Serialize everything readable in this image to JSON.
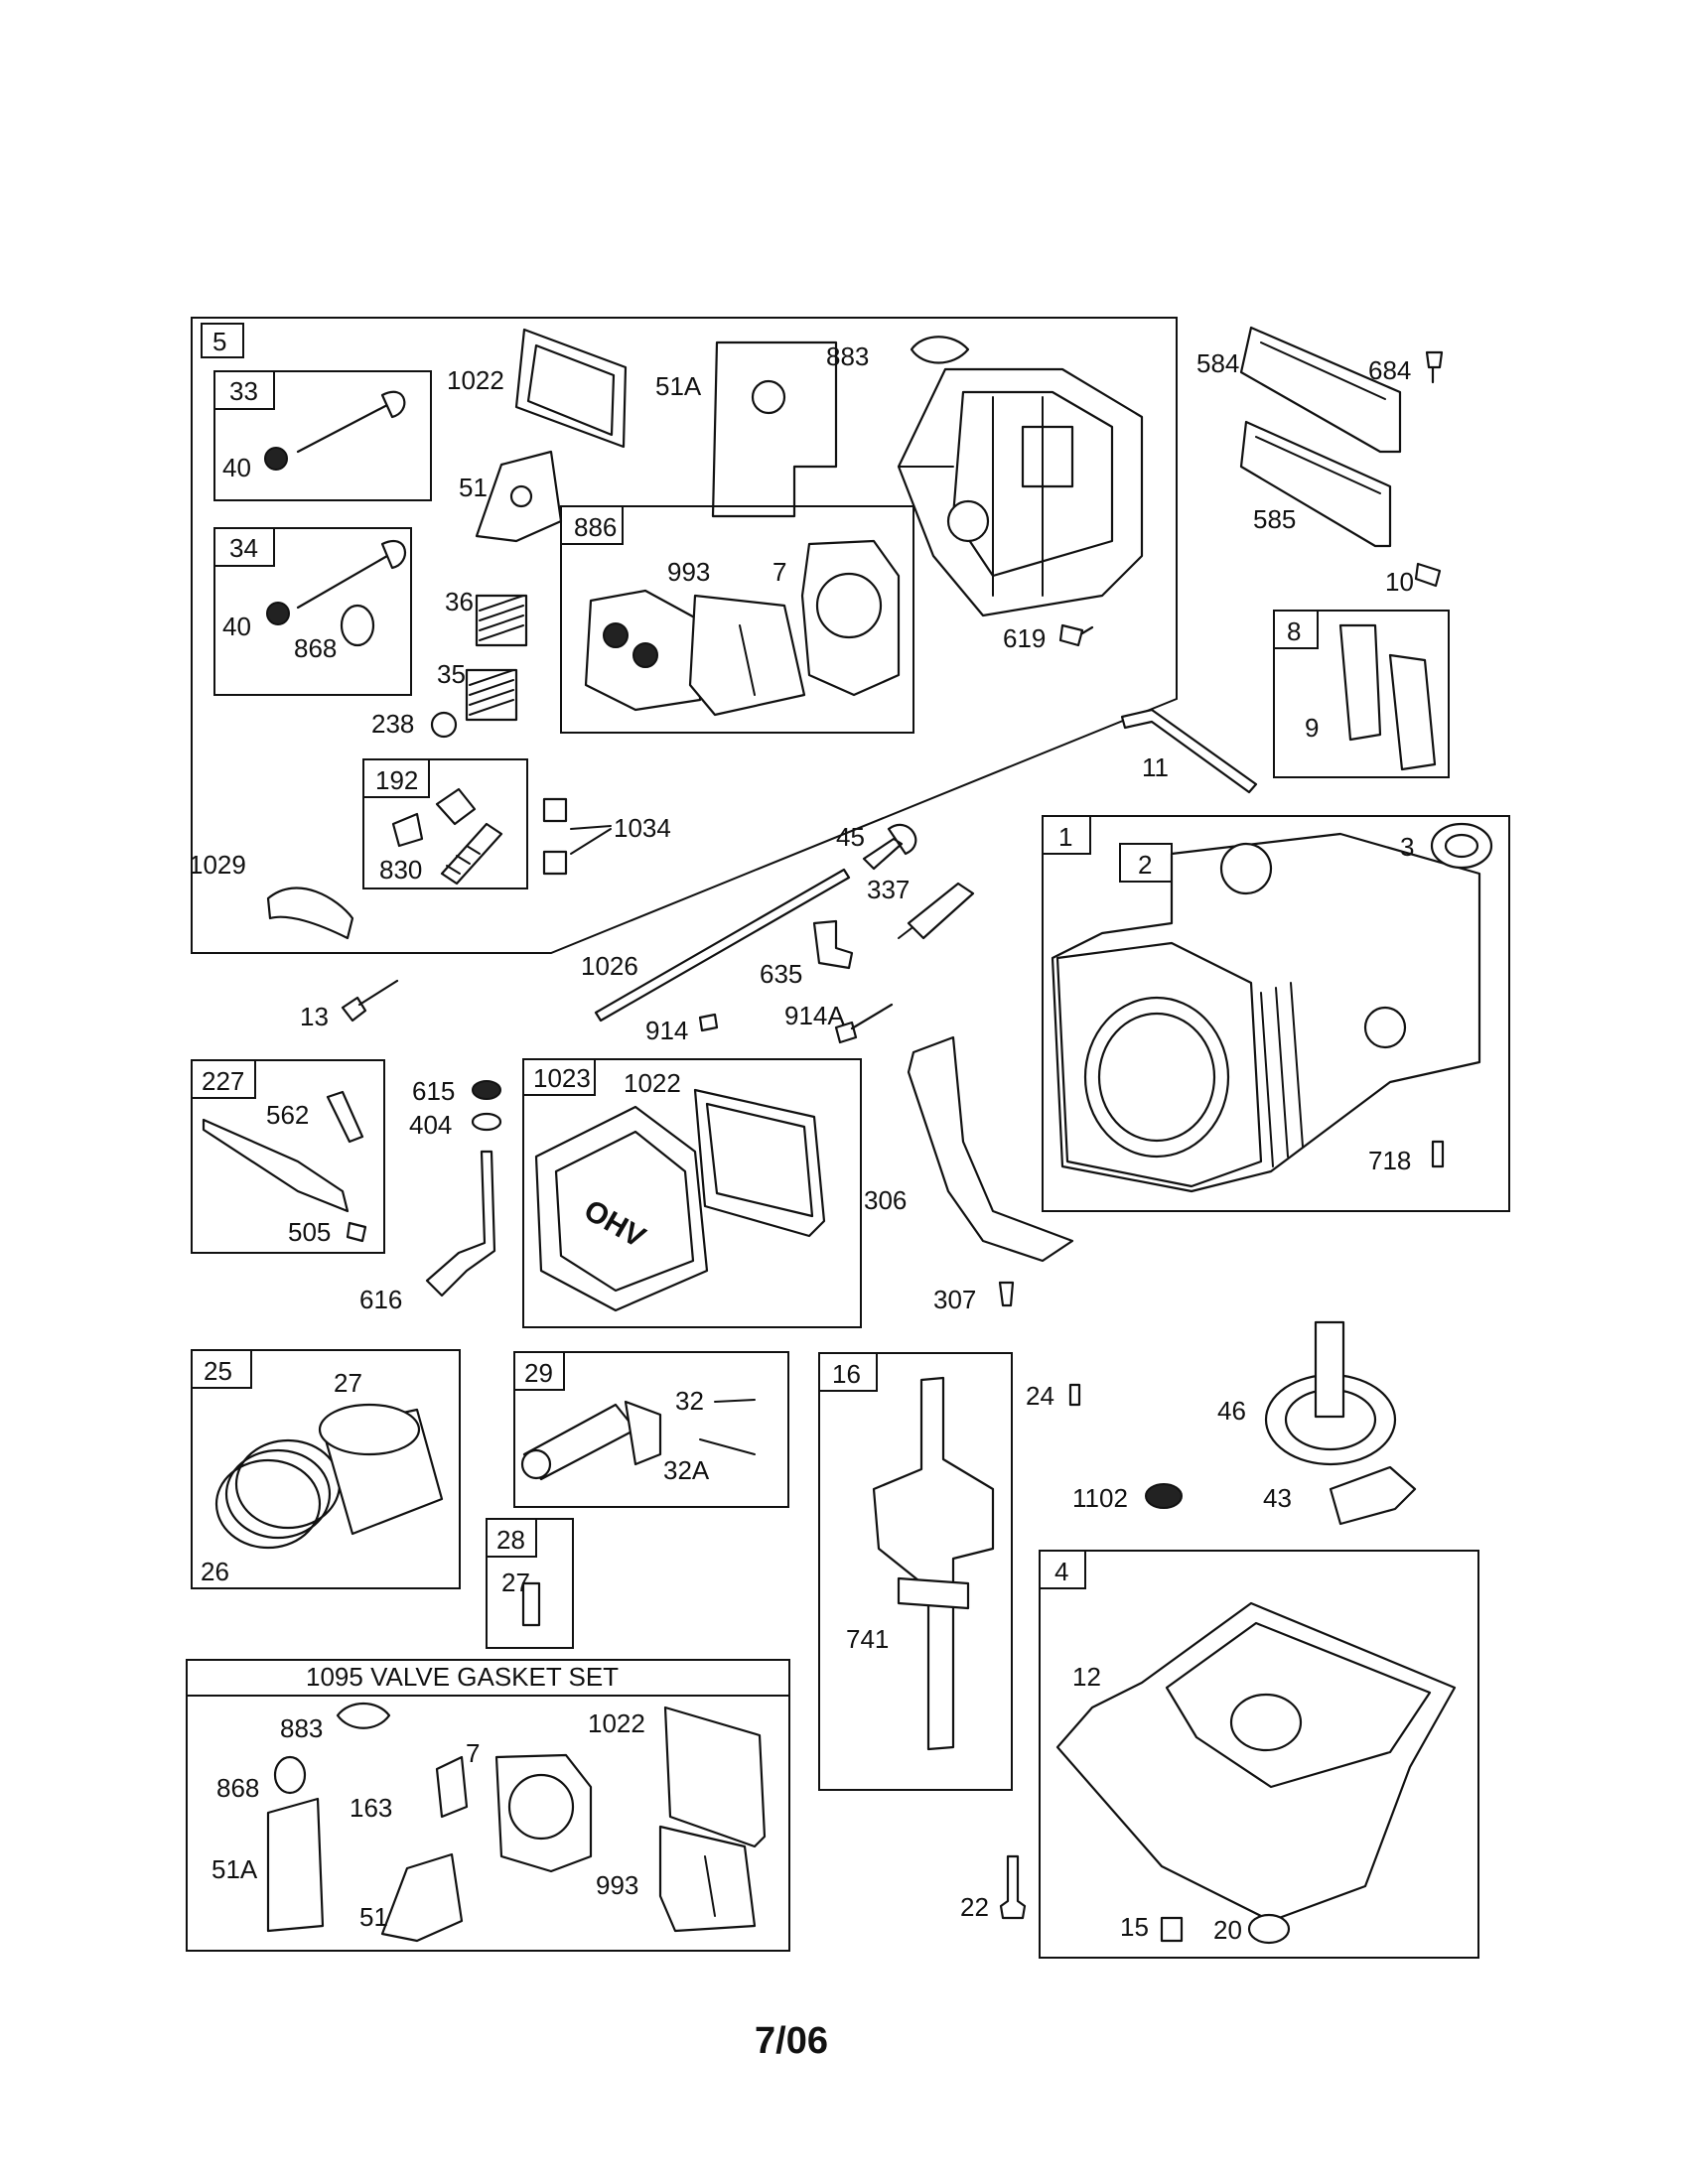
{
  "page_footer": "7/06",
  "valve_gasket_set_title": "1095 VALVE GASKET SET",
  "cover_emboss": "OHV",
  "group_numbers": {
    "g5": "5",
    "g33": "33",
    "g34": "34",
    "g886": "886",
    "g192": "192",
    "g8": "8",
    "g1": "1",
    "g2": "2",
    "g227": "227",
    "g1023": "1023",
    "g25": "25",
    "g29": "29",
    "g16": "16",
    "g28": "28",
    "g4": "4"
  },
  "labels": {
    "l1022a": "1022",
    "l51a_top": "51A",
    "l883_top": "883",
    "l584": "584",
    "l684": "684",
    "l40a": "40",
    "l51_top": "51",
    "l886_993": "993",
    "l886_7": "7",
    "l585": "585",
    "l36": "36",
    "l40b": "40",
    "l868_top": "868",
    "l10": "10",
    "l619": "619",
    "l35": "35",
    "l238": "238",
    "l9": "9",
    "l11": "11",
    "l1034": "1034",
    "l45": "45",
    "l3": "3",
    "l1029": "1029",
    "l830": "830",
    "l337": "337",
    "l1026": "1026",
    "l635": "635",
    "l13": "13",
    "l914": "914",
    "l914a": "914A",
    "l615": "615",
    "l404": "404",
    "l1022b": "1022",
    "l562": "562",
    "l306": "306",
    "l718": "718",
    "l505": "505",
    "l616": "616",
    "l307": "307",
    "l27a": "27",
    "l32": "32",
    "l24": "24",
    "l46": "46",
    "l32a": "32A",
    "l1102": "1102",
    "l43": "43",
    "l26": "26",
    "l27b": "27",
    "l741": "741",
    "l12": "12",
    "l883_set": "883",
    "l1022_set": "1022",
    "l7_set": "7",
    "l868_set": "868",
    "l163": "163",
    "l51a_set": "51A",
    "l993_set": "993",
    "l51_set": "51",
    "l22": "22",
    "l15": "15",
    "l20": "20"
  }
}
